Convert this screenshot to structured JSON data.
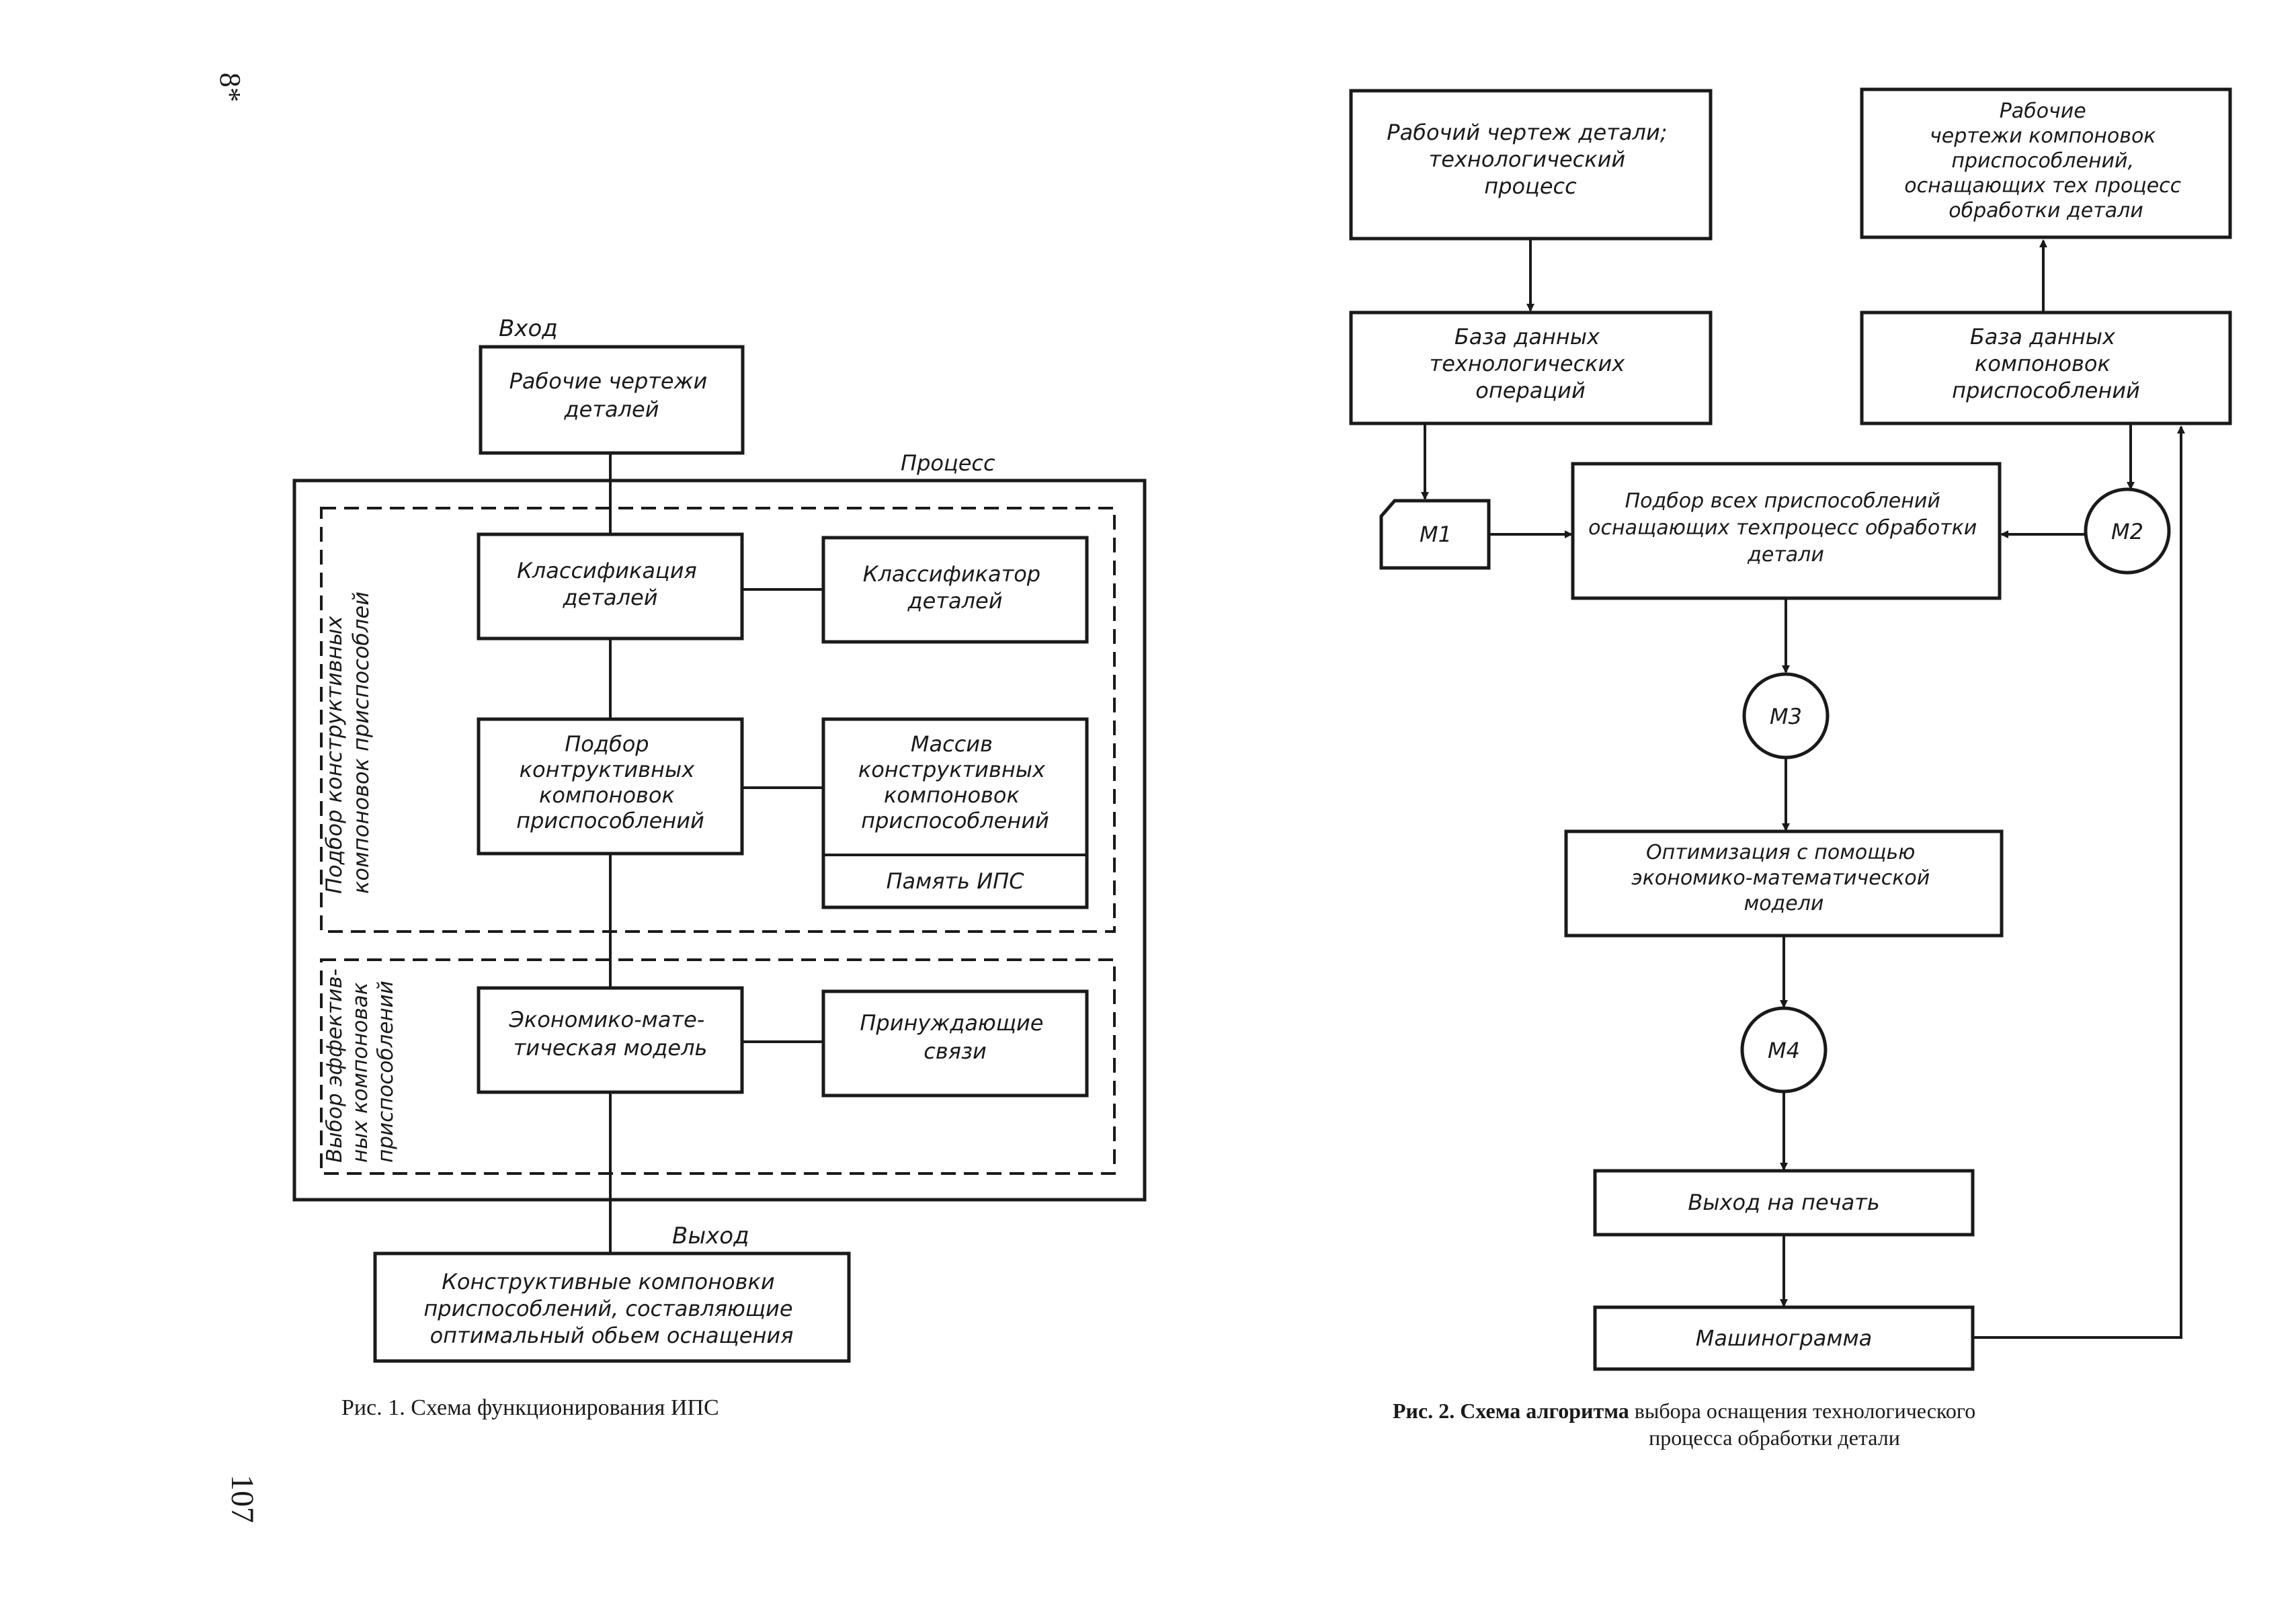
{
  "page": {
    "corner_mark": "8*",
    "page_number": "107"
  },
  "fig1": {
    "input_label": "Вход",
    "input_box": [
      "Рабочие чертежи",
      "деталей"
    ],
    "process_label": "Процесс",
    "group1_label": [
      "Подбор конструктивных",
      "компоновок приспособлей"
    ],
    "group2_label": [
      "Выбор эффектив-",
      "ных компоновак",
      "приспособлений"
    ],
    "classification": [
      "Классификация",
      "деталей"
    ],
    "classifier": [
      "Классификатор",
      "деталей"
    ],
    "selection": [
      "Подбор",
      "контруктивных",
      "компоновок",
      "приспособлений"
    ],
    "array": [
      "Массив",
      "конструктивных",
      "компоновок",
      "приспособлений"
    ],
    "memory": "Память ИПС",
    "econ_model": [
      "Экономико-мате-",
      "тическая модель"
    ],
    "constraints": [
      "Принуждающие",
      "связи"
    ],
    "output_label": "Выход",
    "output_box": [
      "Конструктивные компоновки",
      "приспособлений, составляющие",
      "оптимальный обьем оснащения"
    ],
    "caption": "Рис. 1. Схема функционирования ИПС"
  },
  "fig2": {
    "drawing": [
      "Рабочий чертеж детали;",
      "технологический",
      "процесс"
    ],
    "layout_drawings": [
      "Рабочие",
      "чертежи компоновок",
      "приспособлений,",
      "оснащающих тех процесс",
      "обработки детали"
    ],
    "db_operations": [
      "База данных",
      "технологических",
      "операций"
    ],
    "db_layouts": [
      "База данных",
      "компоновок",
      "приспособлений"
    ],
    "m1": "М1",
    "m2": "М2",
    "m3": "М3",
    "m4": "М4",
    "selection_all": [
      "Подбор всех приспособлений",
      "оснащающих техпроцесс обработки",
      "детали"
    ],
    "optimization": [
      "Оптимизация с помощью",
      "экономико-математической",
      "модели"
    ],
    "print_out": "Выход на печать",
    "machinogram": "Машинограмма",
    "caption_bold": "Рис. 2. Схема алгоритма",
    "caption_rest": " выбора оснащения технологического",
    "caption_line2": "процесса обработки детали"
  }
}
